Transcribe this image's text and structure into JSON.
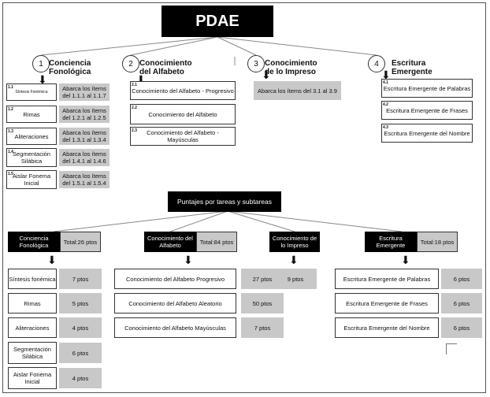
{
  "title": "PDAE",
  "top": {
    "categories": [
      {
        "num": "1",
        "label": "Conciencia Fonológica"
      },
      {
        "num": "2",
        "label": "Conocimiento del Alfabeto"
      },
      {
        "num": "3",
        "label": "Conocimiento de lo Impreso"
      },
      {
        "num": "4",
        "label": "Escritura Emergente"
      }
    ],
    "cat1_items": [
      {
        "num": "1.1",
        "label": "Síntesis Fonémica",
        "range": "Abarca los ítems del 1.1.1 al 1.1.7"
      },
      {
        "num": "1.2",
        "label": "Rimas",
        "range": "Abarca los ítems del 1.2.1 al 1.2.5"
      },
      {
        "num": "1.3",
        "label": "Aliteraciones",
        "range": "Abarca los ítems del 1.3.1 al 1.3.4"
      },
      {
        "num": "1.4",
        "label": "Segmentación Silábica",
        "range": "Abarca los ítems del 1.4.1 al 1.4.6"
      },
      {
        "num": "1.5",
        "label": "Aislar Fonema Inicial",
        "range": "Abarca los ítems del 1.5.1 al 1.5.4"
      }
    ],
    "cat2_items": [
      {
        "num": "2.1",
        "label": "Conocimiento del Alfabeto - Progresivo"
      },
      {
        "num": "2.2",
        "label": "Conocimiento del Alfabeto"
      },
      {
        "num": "2.3",
        "label": "Conocimiento del Alfabeto - Mayúsculas"
      }
    ],
    "cat3_range": "Abarca los ítems del 3.1 al 3.9",
    "cat4_items": [
      {
        "num": "4.1",
        "label": "Escritura Emergente de Palabras"
      },
      {
        "num": "4.2",
        "label": "Escritura Emergente de Frases"
      },
      {
        "num": "4.3",
        "label": "Escritura Emergente del Nombre"
      }
    ]
  },
  "scores": {
    "banner": "Puntajes por tareas y subtareas",
    "groups": [
      {
        "label": "Conciencia Fonológica",
        "total": "Total:26 ptos"
      },
      {
        "label": "Conocimiento del Alfabeto",
        "total": "Total:84 ptos"
      },
      {
        "label": "Conocimiento de lo Impreso",
        "total": ""
      },
      {
        "label": "Escritura Emergente",
        "total": "Total:18 ptos"
      }
    ],
    "g1_items": [
      {
        "label": "Síntesis fonémica",
        "pts": "7 ptos"
      },
      {
        "label": "Rimas",
        "pts": "5 ptos"
      },
      {
        "label": "Aliteraciones",
        "pts": "4 ptos"
      },
      {
        "label": "Segmentación Silábica",
        "pts": "6 ptos"
      },
      {
        "label": "Aislar Fonema Inicial",
        "pts": "4 ptos"
      }
    ],
    "g2_items": [
      {
        "label": "Conocimiento del Alfabeto Progresivo",
        "pts": "27 ptos"
      },
      {
        "label": "Conocimiento del Alfabeto Aleatorio",
        "pts": "50 ptos"
      },
      {
        "label": "Conocimiento del Alfabeto Mayúsculas",
        "pts": "7 ptos"
      }
    ],
    "g3_pts": "9 ptos",
    "g4_items": [
      {
        "label": "Escritura Emergente de Palabras",
        "pts": "6 ptos"
      },
      {
        "label": "Escritura Emergente de Frases",
        "pts": "6 ptos"
      },
      {
        "label": "Escritura Emergente del Nombre",
        "pts": "6 ptos"
      }
    ]
  }
}
